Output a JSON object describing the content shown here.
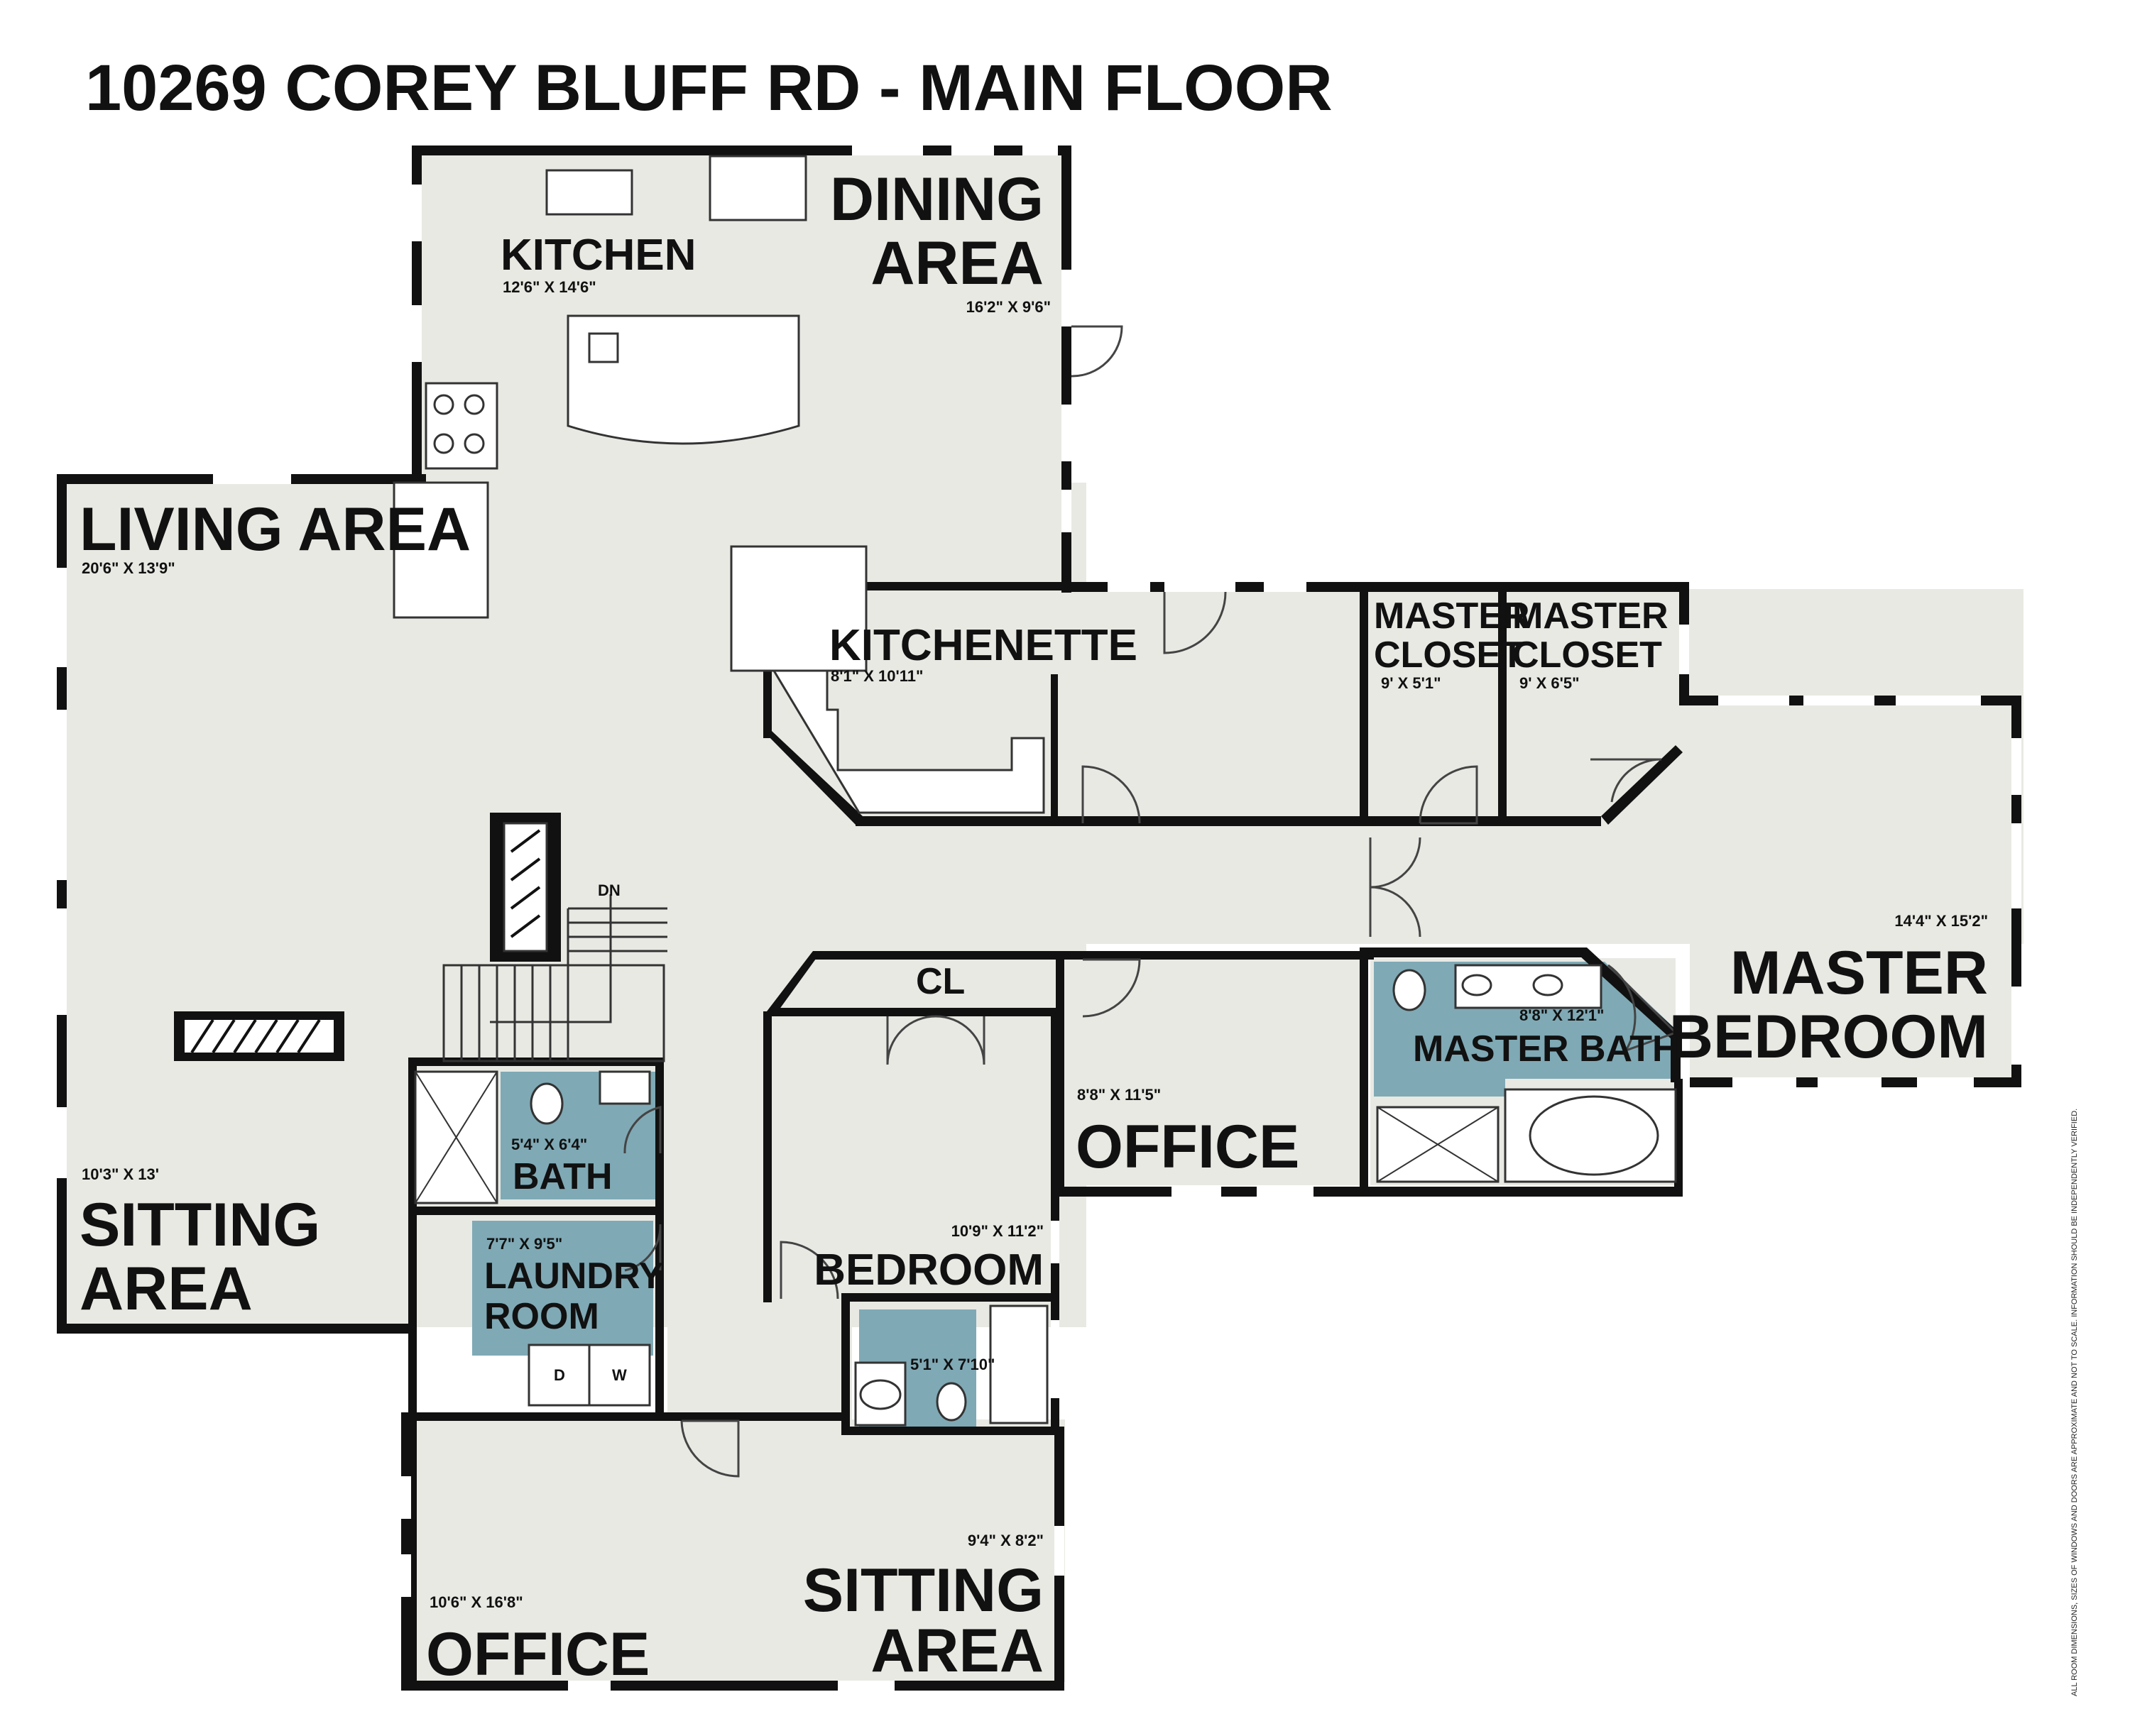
{
  "title": "10269 COREY BLUFF RD - MAIN FLOOR",
  "rooms": {
    "kitchen": {
      "name": "KITCHEN",
      "dims": "12'6\" X 14'6\""
    },
    "dining": {
      "name_line1": "DINING",
      "name_line2": "AREA",
      "dims": "16'2\" X 9'6\""
    },
    "living": {
      "name": "LIVING AREA",
      "dims": "20'6\" X 13'9\""
    },
    "kitchenette": {
      "name": "KITCHENETTE",
      "dims": "8'1\" X 10'11\""
    },
    "master_closet_1": {
      "name_line1": "MASTER",
      "name_line2": "CLOSET",
      "dims": "9' X 5'1\""
    },
    "master_closet_2": {
      "name_line1": "MASTER",
      "name_line2": "CLOSET",
      "dims": "9' X 6'5\""
    },
    "master_bedroom": {
      "name_line1": "MASTER",
      "name_line2": "BEDROOM",
      "dims": "14'4\" X 15'2\""
    },
    "master_bath": {
      "name": "MASTER BATH",
      "dims": "8'8\" X 12'1\""
    },
    "office_1": {
      "name": "OFFICE",
      "dims": "8'8\" X 11'5\""
    },
    "bedroom": {
      "name": "BEDROOM",
      "dims": "10'9\" X 11'2\""
    },
    "closet": {
      "name": "CL"
    },
    "bath_2": {
      "dims": "5'1\" X 7'10\""
    },
    "bath": {
      "name": "BATH",
      "dims": "5'4\" X 6'4\""
    },
    "laundry": {
      "name_line1": "LAUNDRY",
      "name_line2": "ROOM",
      "dims": "7'7\" X 9'5\""
    },
    "sitting_1": {
      "name_line1": "SITTING",
      "name_line2": "AREA",
      "dims": "10'3\" X 13'"
    },
    "office_2": {
      "name": "OFFICE",
      "dims": "10'6\" X 16'8\""
    },
    "sitting_2": {
      "name_line1": "SITTING",
      "name_line2": "AREA",
      "dims": "9'4\" X 8'2\""
    }
  },
  "stair_label": "DN",
  "appliances": {
    "dryer": "D",
    "washer": "W"
  },
  "disclaimer": "ALL ROOM DIMENSIONS, SIZES OF WINDOWS AND DOORS ARE APPROXIMATE AND NOT TO SCALE. INFORMATION SHOULD BE INDEPENDENTLY VERIFIED.",
  "colors": {
    "floor": "#e9e9e4",
    "wet_rooms": "#7fa9b5",
    "walls": "#111111"
  }
}
